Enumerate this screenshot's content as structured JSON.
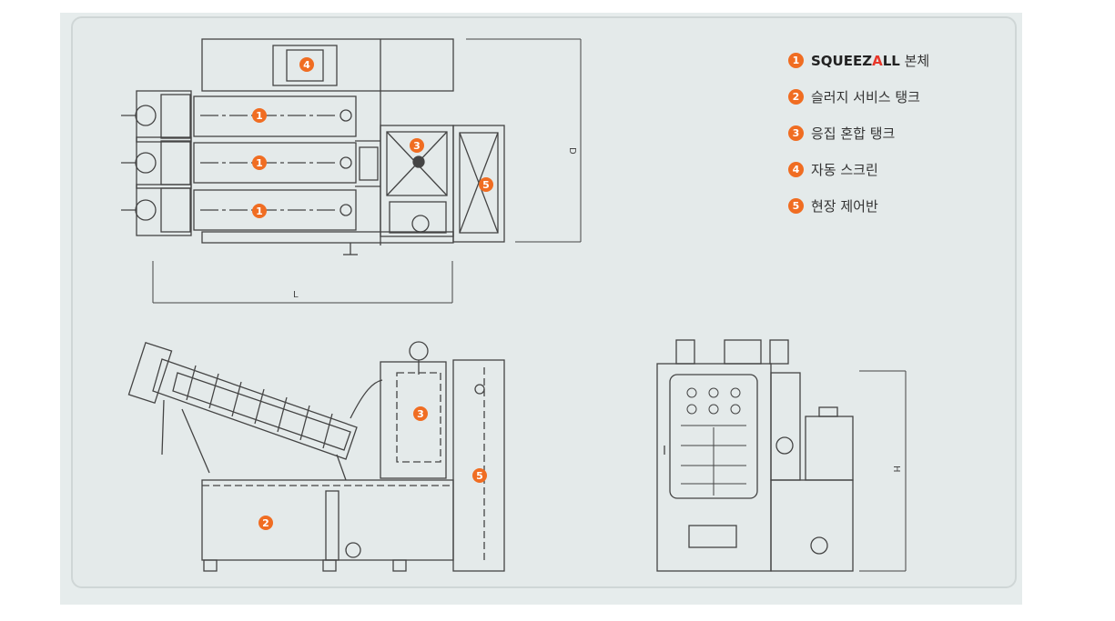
{
  "colors": {
    "accent": "#f06d22",
    "brand_a": "#e8372a",
    "line": "#444444",
    "panel": "#e4eaea"
  },
  "legend": [
    {
      "num": "1",
      "brand": "SQUEEZ",
      "brand_a": "A",
      "brand_tail": "LL",
      "label": "본체"
    },
    {
      "num": "2",
      "label": "슬러지 서비스 탱크"
    },
    {
      "num": "3",
      "label": "응집 혼합 탱크"
    },
    {
      "num": "4",
      "label": "자동 스크린"
    },
    {
      "num": "5",
      "label": "현장 제어반"
    }
  ],
  "dimensions": {
    "length": "L",
    "depth": "D",
    "height": "H"
  },
  "markers": {
    "top_unit_1": "1",
    "top_unit_2": "1",
    "top_unit_3": "1",
    "top_screen": "4",
    "top_mixing": "3",
    "top_panel": "5",
    "side_tank": "2",
    "side_mixing": "3",
    "side_panel": "5"
  }
}
